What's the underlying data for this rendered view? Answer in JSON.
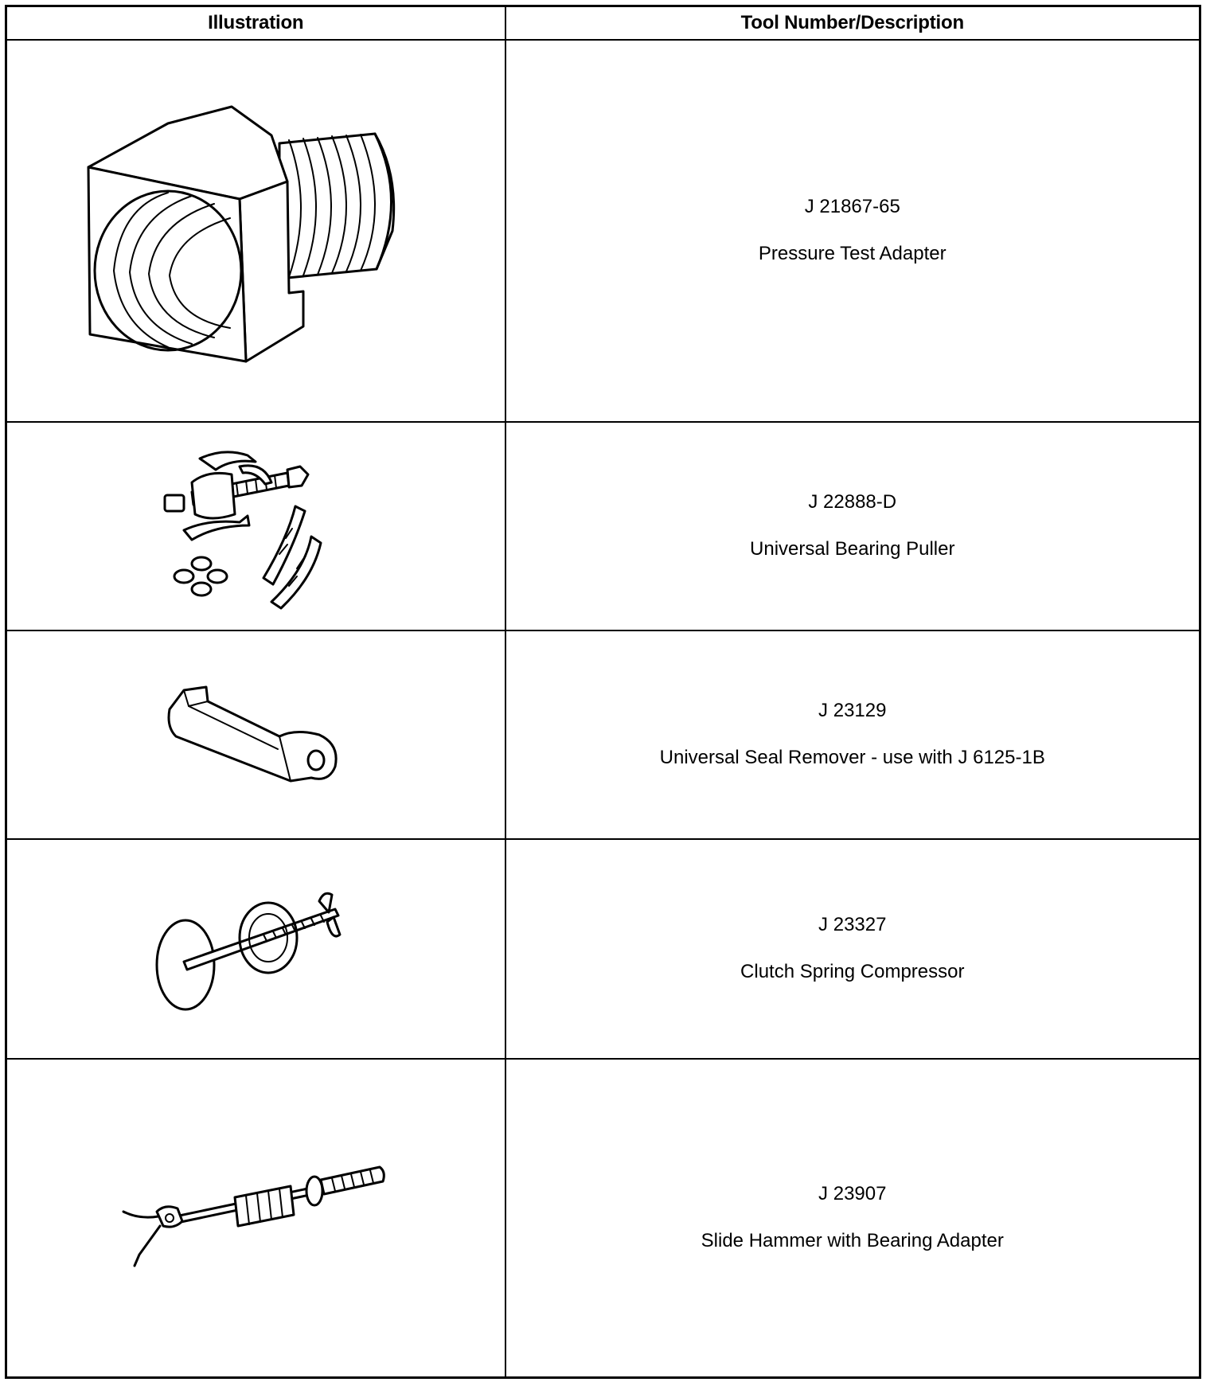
{
  "table": {
    "headers": {
      "illustration": "Illustration",
      "tool": "Tool Number/Description"
    },
    "rows": [
      {
        "tool_number": "J 21867-65",
        "description": "Pressure Test Adapter",
        "icon": "pressure-test-adapter-icon"
      },
      {
        "tool_number": "J 22888-D",
        "description": "Universal Bearing Puller",
        "icon": "bearing-puller-icon"
      },
      {
        "tool_number": "J 23129",
        "description": "Universal Seal Remover - use with J 6125-1B",
        "icon": "seal-remover-icon"
      },
      {
        "tool_number": "J 23327",
        "description": "Clutch Spring Compressor",
        "icon": "spring-compressor-icon"
      },
      {
        "tool_number": "J 23907",
        "description": "Slide Hammer with Bearing Adapter",
        "icon": "slide-hammer-icon"
      }
    ]
  }
}
